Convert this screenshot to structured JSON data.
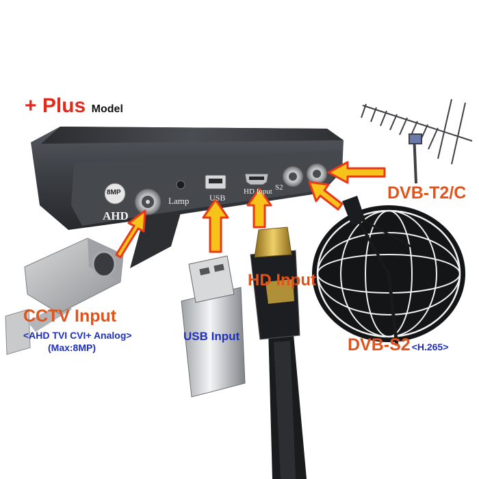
{
  "heading": {
    "plus": "+ Plus",
    "model": "Model"
  },
  "device": {
    "badge": "8MP",
    "ahd": "AHD",
    "lamp": "Lamp",
    "usb": "USB",
    "hd_input": "HD Input",
    "s2": "S2"
  },
  "callouts": {
    "cctv_title": "CCTV Input",
    "cctv_formats": "<AHD TVI CVI+ Analog>",
    "cctv_max": "(Max:8MP)",
    "usb": "USB Input",
    "hd": "HD Input",
    "dvbt": "DVB-T2/C",
    "dvbs_main": "DVB-S2",
    "dvbs_codec": "<H.265>"
  },
  "colors": {
    "accent_red": "#e02a1b",
    "label_orange": "#e2531b",
    "label_blue": "#1f2fb8",
    "arrow_fill": "#f7c21a",
    "arrow_outline": "#e8381a",
    "device_body": "#3a3d42"
  },
  "icons": [
    "cctv-camera-icon",
    "usb-stick-icon",
    "hdmi-cable-icon",
    "satellite-dish-icon",
    "tv-antenna-icon",
    "bnc-connector-icon"
  ]
}
